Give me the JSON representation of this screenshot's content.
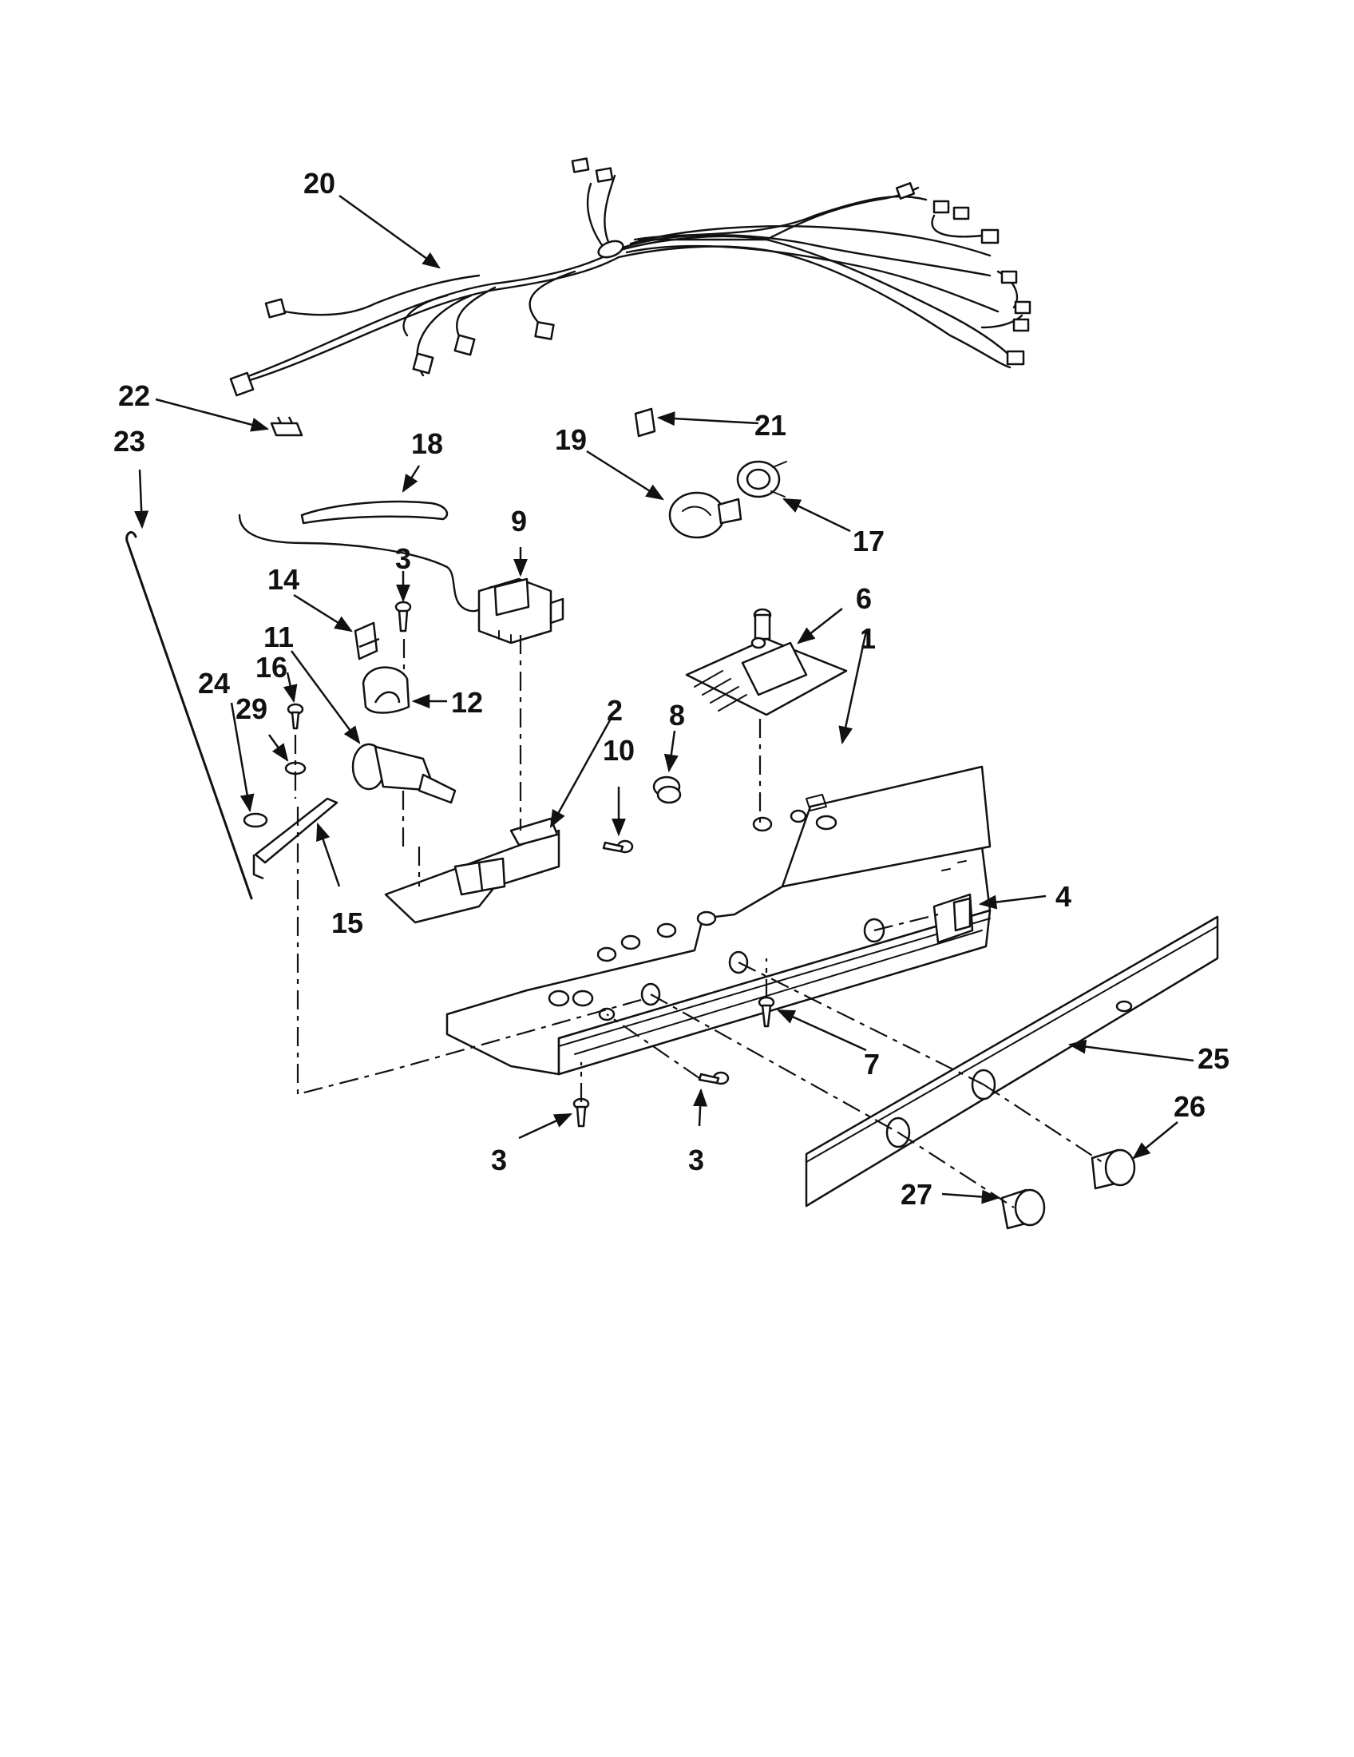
{
  "labels": {
    "n1": "1",
    "n2": "2",
    "n3a": "3",
    "n3b": "3",
    "n3c": "3",
    "n4": "4",
    "n6": "6",
    "n7": "7",
    "n8": "8",
    "n9": "9",
    "n10": "10",
    "n11": "11",
    "n12": "12",
    "n14": "14",
    "n15": "15",
    "n16": "16",
    "n17": "17",
    "n18": "18",
    "n19": "19",
    "n20": "20",
    "n21": "21",
    "n22": "22",
    "n23": "23",
    "n24": "24",
    "n25": "25",
    "n26": "26",
    "n27": "27",
    "n29": "29"
  }
}
